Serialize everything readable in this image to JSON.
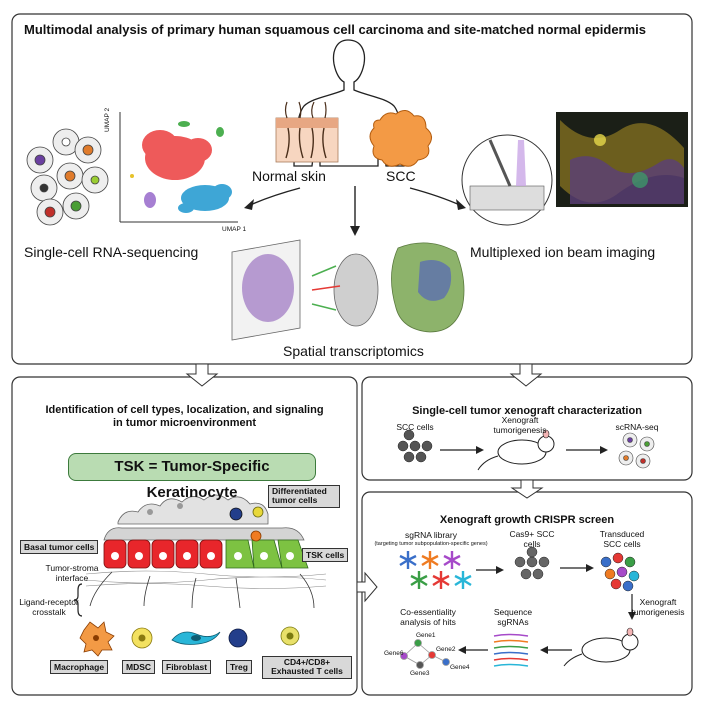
{
  "top_panel": {
    "title": "Multimodal analysis of primary human squamous cell carcinoma and site-matched normal epidermis",
    "normal_skin": "Normal skin",
    "scc": "SCC",
    "umap_x": "UMAP 1",
    "umap_y": "UMAP 2",
    "scrna": "Single-cell RNA-sequencing",
    "mibi": "Multiplexed ion beam imaging",
    "spatial": "Spatial transcriptomics"
  },
  "left_panel": {
    "title_line1": "Identification of cell types, localization, and signaling",
    "title_line2": "in tumor microenvironment",
    "tsk_label": "TSK = Tumor-Specific Keratinocyte",
    "differentiated": "Differentiated tumor cells",
    "basal": "Basal tumor cells",
    "tsk_cells": "TSK cells",
    "interface": "Tumor-stroma interface",
    "crosstalk": "Ligand-receptor crosstalk",
    "cells": [
      "Macrophage",
      "MDSC",
      "Fibroblast",
      "Treg",
      "CD4+/CD8+ Exhausted T cells"
    ]
  },
  "xeno_panel": {
    "title": "Single-cell tumor xenograft characterization",
    "scc_cells": "SCC cells",
    "xenograft": "Xenograft tumorigenesis",
    "scrna": "scRNA-seq"
  },
  "crispr_panel": {
    "title": "Xenograft growth CRISPR screen",
    "library": "sgRNA library",
    "library_sub": "(targeting tumor subpopulation-specific genes)",
    "cas9": "Cas9+ SCC cells",
    "transduced": "Transduced SCC cells",
    "xenograft": "Xenograft tumorigenesis",
    "sequence": "Sequence sgRNAs",
    "coess": "Co-essentiality analysis of hits",
    "genes": [
      "Gene1",
      "Gene2",
      "Gene3",
      "Gene4",
      "Gene6"
    ]
  },
  "colors": {
    "tumor_red": "#e8262b",
    "tsk_green": "#7dc242",
    "skin": "#f4c7a6",
    "scc_orange": "#f39a45",
    "umap_red": "#ee5a5a",
    "umap_blue": "#3ea6d6"
  }
}
